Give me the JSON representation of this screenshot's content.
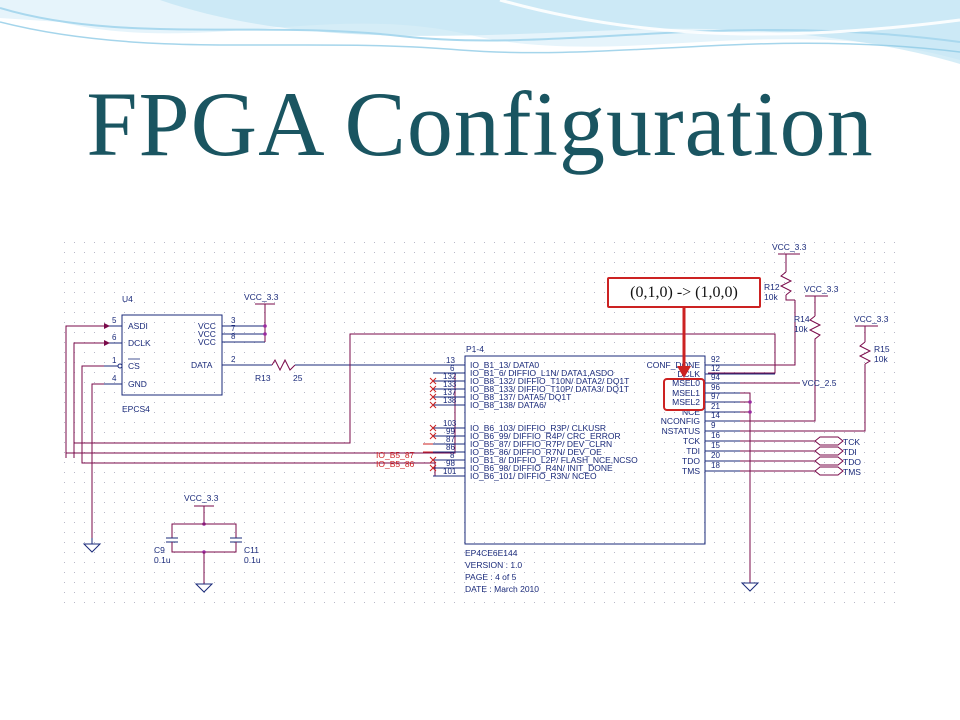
{
  "slide": {
    "title": "FPGA  Configuration",
    "callout": "(0,1,0) -> (1,0,0)",
    "colors": {
      "title": "#1a5561",
      "wave": "#bfe3f3",
      "wire": "#1a2a7a",
      "net": "#7a0a4a",
      "highlight": "#cc2222"
    }
  },
  "eeprom": {
    "ref": "U4",
    "part": "EPCS4",
    "pins_left": [
      {
        "num": "5",
        "name": "ASDI"
      },
      {
        "num": "6",
        "name": "DCLK"
      },
      {
        "num": "1",
        "name": "CS"
      },
      {
        "num": "4",
        "name": "GND"
      }
    ],
    "pins_right": [
      {
        "num": "3",
        "name": "VCC"
      },
      {
        "num": "7",
        "name": "VCC"
      },
      {
        "num": "8",
        "name": "VCC"
      },
      {
        "num": "2",
        "name": "DATA"
      }
    ],
    "vcc": "VCC_3.3"
  },
  "r13": {
    "ref": "R13",
    "value": "25"
  },
  "caps": {
    "vcc": "VCC_3.3",
    "c9": {
      "ref": "C9",
      "value": "0.1u"
    },
    "c11": {
      "ref": "C11",
      "value": "0.1u"
    }
  },
  "fpga": {
    "ref": "P1-4",
    "pins_left": [
      {
        "num": "13",
        "name": "IO_B1_13/  DATA0"
      },
      {
        "num": "6",
        "name": "IO_B1_6/  DIFFIO_L1N/  DATA1,ASDO"
      },
      {
        "num": "132",
        "name": "IO_B8_132/  DIFFIO_T10N/  DATA2/  DQ1T"
      },
      {
        "num": "133",
        "name": "IO_B8_133/  DIFFIO_T10P/  DATA3/  DQ1T"
      },
      {
        "num": "137",
        "name": "IO_B8_137/  DATA5/  DQ1T"
      },
      {
        "num": "138",
        "name": "IO_B8_138/  DATA6/"
      },
      {
        "num": "103",
        "name": "IO_B6_103/  DIFFIO_R3P/  CLKUSR"
      },
      {
        "num": "99",
        "name": "IO_B6_99/  DIFFIO_R4P/  CRC_ERROR"
      },
      {
        "num": "87",
        "name": "IO_B5_87/  DIFFIO_R7P/  DEV_CLRN"
      },
      {
        "num": "86",
        "name": "IO_B5_86/  DIFFIO_R7N/  DEV_OE"
      },
      {
        "num": "8",
        "name": "IO_B1_8/  DIFFIO_L2P/  FLASH_NCE,NCSO"
      },
      {
        "num": "98",
        "name": "IO_B6_98/  DIFFIO_R4N/  INIT_DONE"
      },
      {
        "num": "101",
        "name": "IO_B6_101/  DIFFIO_R3N/  NCEO"
      }
    ],
    "pins_right": [
      {
        "num": "92",
        "name": "CONF_DONE"
      },
      {
        "num": "12",
        "name": "DCLK"
      },
      {
        "num": "94",
        "name": "MSEL0"
      },
      {
        "num": "96",
        "name": "MSEL1"
      },
      {
        "num": "97",
        "name": "MSEL2"
      },
      {
        "num": "21",
        "name": "NCE"
      },
      {
        "num": "14",
        "name": "NCONFIG"
      },
      {
        "num": "9",
        "name": "NSTATUS"
      },
      {
        "num": "16",
        "name": "TCK"
      },
      {
        "num": "15",
        "name": "TDI"
      },
      {
        "num": "20",
        "name": "TDO"
      },
      {
        "num": "18",
        "name": "TMS"
      }
    ],
    "net_labels": [
      "IO_B5_87",
      "IO_B5_86"
    ],
    "info": {
      "part": "EP4CE6E144",
      "version": "VERSION : 1.0",
      "page": "PAGE : 4 of 5",
      "date": "DATE : March 2010"
    }
  },
  "pullups": [
    {
      "ref": "R12",
      "value": "10k",
      "vcc": "VCC_3.3"
    },
    {
      "ref": "R14",
      "value": "10k",
      "vcc": "VCC_3.3"
    },
    {
      "ref": "R15",
      "value": "10k",
      "vcc": "VCC_3.3"
    }
  ],
  "msel_supply": "VCC_2.5",
  "jtag_ports": [
    "TCK",
    "TDI",
    "TDO",
    "TMS"
  ]
}
